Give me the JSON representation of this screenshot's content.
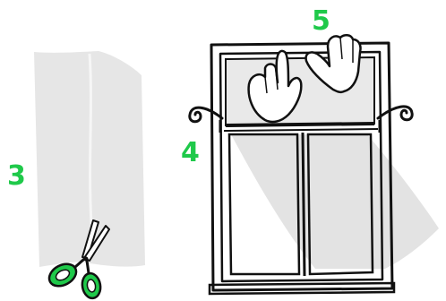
{
  "steps": {
    "three": "3",
    "four": "4",
    "five": "5"
  },
  "icons": {
    "scissors": "scissors-icon",
    "hand_left": "pointing-hand-icon",
    "hand_right": "pressing-hand-icon"
  },
  "colors": {
    "step_number": "#1fc94a",
    "scissors_handle": "#1fc94a",
    "film": "#e6e6e6",
    "outline": "#111111"
  }
}
